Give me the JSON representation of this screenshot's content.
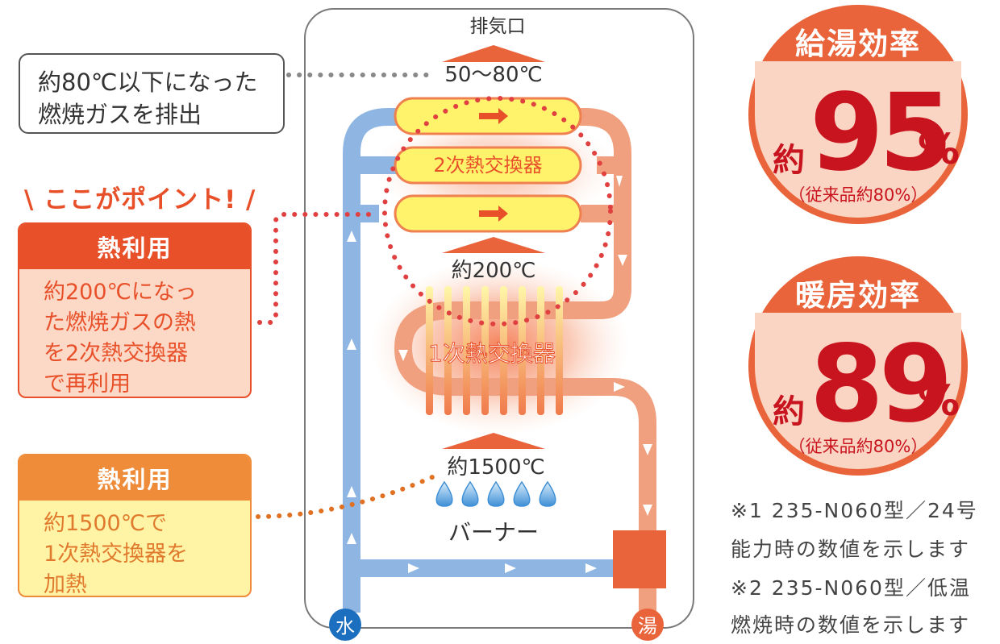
{
  "diagram": {
    "exhaust_port": "排気口",
    "exhaust_temp": "50〜80℃",
    "secondary_hx": "2次熱交換器",
    "mid_temp": "約200℃",
    "primary_hx": "1次熱交換器",
    "burner_temp": "約1500℃",
    "burner": "バーナー",
    "water_in": "水",
    "hot_out": "湯"
  },
  "callout": {
    "exhaust_text": "約80℃以下になった\n燃焼ガスを排出"
  },
  "point": {
    "title": "\\ ここがポイント! /"
  },
  "heat_cards": [
    {
      "title": "熱利用",
      "body": "約200℃になっ\nた燃焼ガスの熱\nを2次熱交換器\nで再利用"
    },
    {
      "title": "熱利用",
      "body": "約1500℃で\n1次熱交換器を\n加熱"
    }
  ],
  "badges": [
    {
      "title": "給湯効率",
      "prefix": "約",
      "value": "95",
      "unit": "%",
      "note": "（従来品約80%）"
    },
    {
      "title": "暖房効率",
      "prefix": "約",
      "value": "89",
      "unit": "%",
      "note": "（従来品約80%）"
    }
  ],
  "footnotes": [
    "※1 235-N060型／24号",
    "能力時の数値を示します",
    "※2 235-N060型／低温",
    "燃焼時の数値を示します"
  ],
  "colors": {
    "water_pipe": "#8fb6e3",
    "hot_pipe": "#f0a07f",
    "accent_red": "#e8502a",
    "accent_orange": "#ef8c3a",
    "badge_red": "#c8141e"
  }
}
